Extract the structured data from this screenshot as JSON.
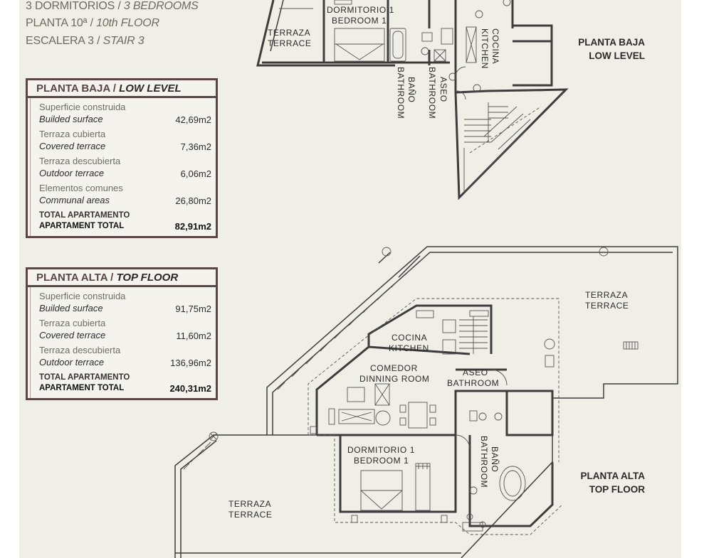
{
  "header": {
    "bedrooms_es": "3 DORMITORIOS",
    "bedrooms_en": "3 BEDROOMS",
    "floor_es": "PLANTA 10ª",
    "floor_en": "10th FLOOR",
    "stair_es": "ESCALERA 3",
    "stair_en": "STAIR 3"
  },
  "low_level_table": {
    "title_es": "PLANTA BAJA",
    "title_en": "LOW LEVEL",
    "rows": [
      {
        "es": "Superficie construida",
        "en": "Builded surface",
        "value": "42,69m2"
      },
      {
        "es": "Terraza cubierta",
        "en": "Covered terrace",
        "value": "7,36m2"
      },
      {
        "es": "Terraza descubierta",
        "en": "Outdoor terrace",
        "value": "6,06m2"
      },
      {
        "es": "Elementos comunes",
        "en": "Communal areas",
        "value": "26,80m2"
      }
    ],
    "total_es": "TOTAL APARTAMENTO",
    "total_en": "APARTAMENT TOTAL",
    "total_value": "82,91m2"
  },
  "top_floor_table": {
    "title_es": "PLANTA ALTA",
    "title_en": "TOP FLOOR",
    "rows": [
      {
        "es": "Superficie construida",
        "en": "Builded surface",
        "value": "91,75m2"
      },
      {
        "es": "Terraza cubierta",
        "en": "Covered terrace",
        "value": "11,60m2"
      },
      {
        "es": "Terraza descubierta",
        "en": "Outdoor terrace",
        "value": "136,96m2"
      }
    ],
    "total_es": "TOTAL APARTAMENTO",
    "total_en": "APARTAMENT TOTAL",
    "total_value": "240,31m2"
  },
  "low_level_label": {
    "line1": "PLANTA BAJA",
    "line2": "LOW LEVEL"
  },
  "top_floor_label": {
    "line1": "PLANTA ALTA",
    "line2": "TOP FLOOR"
  },
  "low_plan_rooms": {
    "terrace_es": "TERRAZA",
    "terrace_en": "TERRACE",
    "bedroom_es": "DORMITORIO 1",
    "bedroom_en": "BEDROOM 1",
    "bath_es": "BAÑO",
    "bath_en": "BATHROOM",
    "toilet_es": "ASEO",
    "toilet_en": "BATHROOM",
    "kitchen_es": "COCINA",
    "kitchen_en": "KITCHEN"
  },
  "top_plan_rooms": {
    "terrace_big_es": "TERRAZA",
    "terrace_big_en": "TERRACE",
    "kitchen_es": "COCINA",
    "kitchen_en": "KITCHEN",
    "dining_es": "COMEDOR",
    "dining_en": "DINNING ROOM",
    "toilet_es": "ASEO",
    "toilet_en": "BATHROOM",
    "bedroom_es": "DORMITORIO 1",
    "bedroom_en": "BEDROOM 1",
    "bath_es": "BAÑO",
    "bath_en": "BATHROOM",
    "terrace_small_es": "TERRAZA",
    "terrace_small_en": "TERRACE"
  }
}
